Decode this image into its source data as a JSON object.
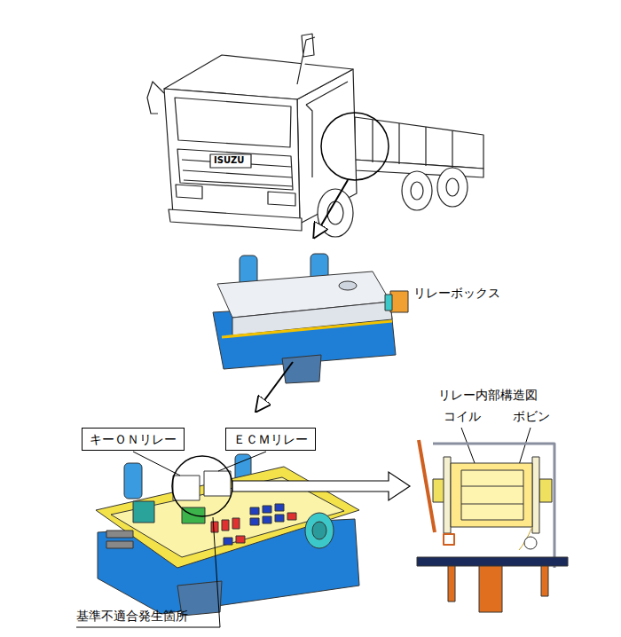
{
  "diagram": {
    "nodes": [
      {
        "text": [
          "キーＯＮリレー"
        ]
      },
      {
        "text": [
          "ＥＣＭリレー"
        ]
      }
    ],
    "labels": [
      "ISUZU",
      "リレーボックス",
      "リレー内部構造図",
      "コイル",
      "ボビン",
      "基準不適合発生箇所"
    ]
  }
}
